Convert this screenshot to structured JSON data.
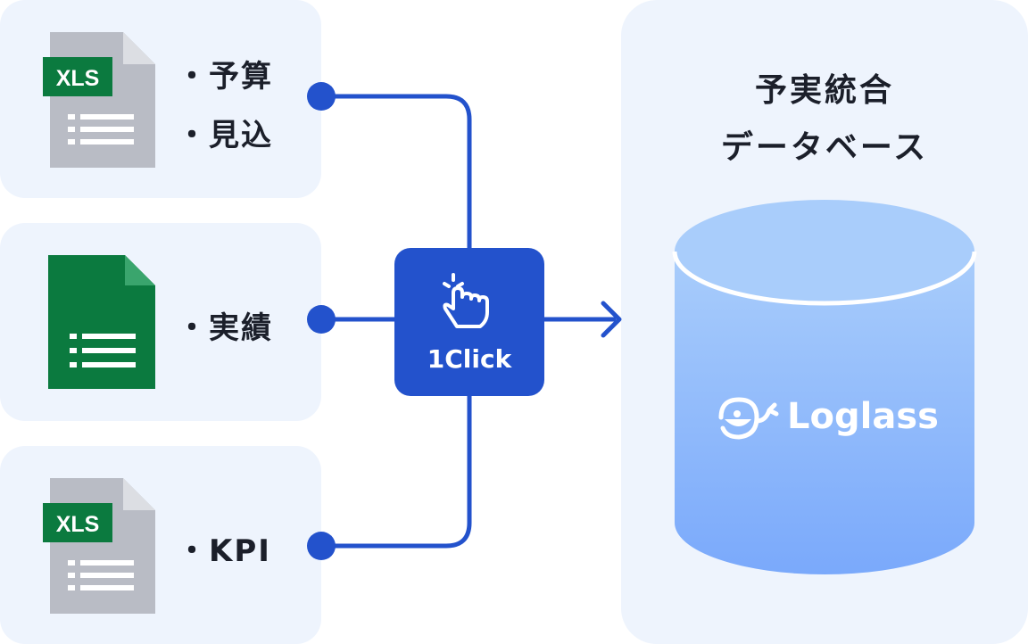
{
  "sources": [
    {
      "icon": "xls-file-icon",
      "badge": "XLS",
      "items": [
        "・予算",
        "・見込"
      ]
    },
    {
      "icon": "spreadsheet-file-icon",
      "badge": "",
      "items": [
        "・実績"
      ]
    },
    {
      "icon": "xls-file-icon",
      "badge": "XLS",
      "items": [
        "・KPI"
      ]
    }
  ],
  "action": {
    "icon": "tap-hand-icon",
    "label": "1Click"
  },
  "database": {
    "title_line1": "予実統合",
    "title_line2": "データベース",
    "brand": "Loglass",
    "brand_icon": "whale-logo-icon"
  },
  "colors": {
    "panel": "#eef4fd",
    "accent": "#2352cc",
    "excel_green": "#0b7a3f",
    "file_gray": "#b9bcc5",
    "cylinder_top": "#a9cdfb",
    "cylinder_bottom": "#7aa9fb"
  }
}
